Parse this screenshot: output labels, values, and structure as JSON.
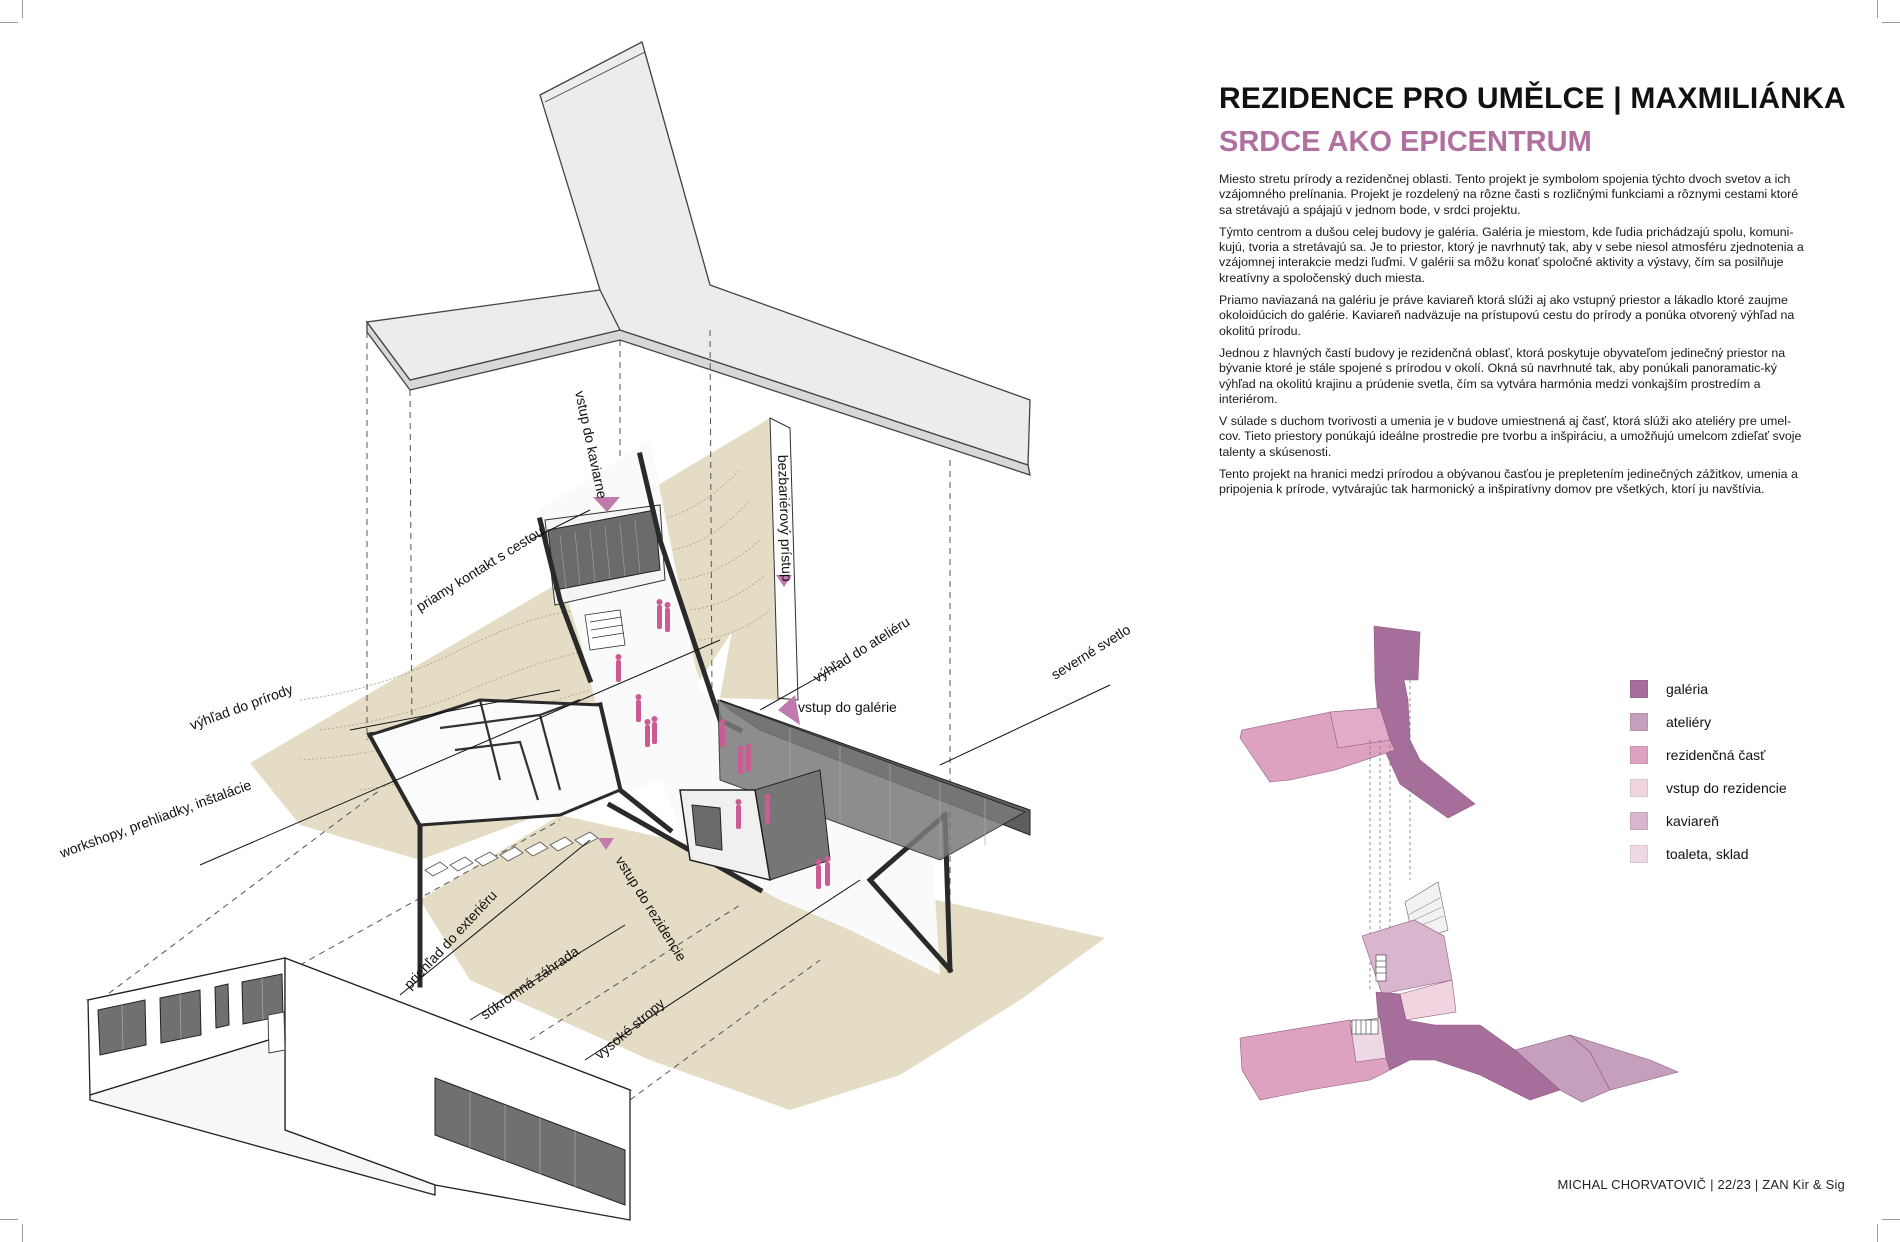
{
  "header": {
    "title": "REZIDENCE PRO UMĚLCE | MAXMILIÁNKA",
    "subtitle": "SRDCE AKO EPICENTRUM"
  },
  "paragraphs": [
    "Miesto stretu prírody a rezidenčnej oblasti. Tento projekt je symbolom spojenia týchto dvoch svetov a ich vzájomného prelínania. Projekt je rozdelený na rôzne časti s rozličnými funkciami a rôznymi cestami ktoré sa stretávajú a spájajú v jednom bode, v srdci projektu.",
    "Týmto centrom a dušou celej budovy je galéria. Galéria je miestom, kde ľudia prichádzajú spolu, komuni-kujú, tvoria a stretávajú sa. Je to priestor, ktorý je navrhnutý tak, aby v sebe niesol atmosféru zjednotenia a vzájomnej interakcie medzi ľuďmi. V galérii sa môžu konať spoločné aktivity a výstavy, čím sa posilňuje kreatívny a spoločenský duch miesta.",
    "Priamo naviazaná na galériu je práve kaviareň ktorá slúži aj ako vstupný priestor a lákadlo ktoré zaujme okoloidúcich do galérie. Kaviareň nadväzuje na prístupovú cestu do prírody a ponúka otvorený výhľad na okolitú prírodu.",
    "Jednou z hlavných častí budovy je rezidenčná oblasť, ktorá poskytuje obyvateľom jedinečný priestor na bývanie ktoré je stále spojené s prírodou v okolí. Okná sú navrhnuté tak, aby ponúkali panoramatic-ký výhľad na okolitú krajinu a prúdenie svetla, čím sa vytvára harmónia medzi vonkajším prostredím a interiérom.",
    "V súlade s duchom tvorivosti a umenia je v budove umiestnená aj časť, ktorá slúži ako ateliéry pre umel-cov. Tieto priestory ponúkajú ideálne prostredie pre tvorbu a inšpiráciu, a umožňujú umelcom zdieľať svoje talenty a skúsenosti.",
    "Tento projekt na hranici medzi prírodou a obývanou časťou je prepletením jedinečných zážitkov, umenia a pripojenia k prírode, vytvárajúc tak harmonický a inšpiratívny domov pre všetkých, ktorí ju navštívia."
  ],
  "axo_labels": {
    "vstup_do_kaviarne": "vstup do kaviarne",
    "bezbarierovy_pristup": "bezbariérový prístup",
    "priamy_kontakt": "priamy kontakt s cestou",
    "vyhlad_do_ateliéru": "výhľad do ateliéru",
    "severne_svetlo": "severné svetlo",
    "vstup_do_galerie": "vstup do galérie",
    "vyhlad_do_prirody": "výhľad do prírody",
    "workshopy": "workshopy, prehliadky, inštalácie",
    "vstup_do_rezidencie": "vstup do rezidencie",
    "prieh_do_exterieru": "priehľad do exteriéru",
    "sukromna_zahrada": "súkromná záhrada",
    "vysoke_stropy": "vysoké stropy"
  },
  "legend": [
    {
      "label": "galéria",
      "color": "#a66f9b"
    },
    {
      "label": "ateliéry",
      "color": "#c5a0bc"
    },
    {
      "label": "rezidenčná časť",
      "color": "#dca2bf"
    },
    {
      "label": "vstup do rezidencie",
      "color": "#f0d4df"
    },
    {
      "label": "kaviareň",
      "color": "#d9b5ce"
    },
    {
      "label": "toaleta, sklad",
      "color": "#edd8e3"
    }
  ],
  "footer": "MICHAL CHORVATOVIČ | 22/23 | ZAN Kir & Sig",
  "colors": {
    "accent": "#b0709f",
    "ground": "#e4dcc4",
    "glass": "#6e6e6e",
    "arrow": "#c07aae",
    "people": "#cc5b93"
  }
}
